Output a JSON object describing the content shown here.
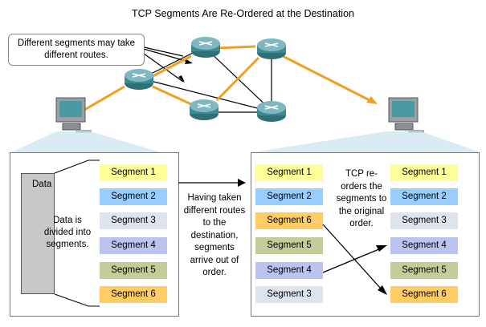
{
  "title": "TCP Segments Are Re-Ordered at the Destination",
  "callout": {
    "line1": "Different segments may take",
    "line2": "different routes."
  },
  "left_panel": {
    "data_label": "Data",
    "description": [
      "Data is",
      "divided into",
      "segments."
    ],
    "segments": [
      {
        "label": "Segment 1",
        "color": "#ffff99"
      },
      {
        "label": "Segment 2",
        "color": "#99ccff"
      },
      {
        "label": "Segment 3",
        "color": "#dde4ee"
      },
      {
        "label": "Segment 4",
        "color": "#bbc4ee"
      },
      {
        "label": "Segment 5",
        "color": "#c6cc99"
      },
      {
        "label": "Segment 6",
        "color": "#ffcc66"
      }
    ]
  },
  "middle_text": [
    "Having taken",
    "different routes",
    "to the",
    "destination,",
    "segments",
    "arrive out of",
    "order."
  ],
  "right_panel": {
    "received": [
      {
        "label": "Segment 1",
        "color": "#ffff99"
      },
      {
        "label": "Segment 2",
        "color": "#99ccff"
      },
      {
        "label": "Segment 6",
        "color": "#ffcc66"
      },
      {
        "label": "Segment 5",
        "color": "#c6cc99"
      },
      {
        "label": "Segment 4",
        "color": "#bbc4ee"
      },
      {
        "label": "Segment 3",
        "color": "#dde4ee"
      }
    ],
    "tcp_text": [
      "TCP re-",
      "orders the",
      "segments to",
      "the original",
      "order."
    ],
    "ordered": [
      {
        "label": "Segment 1",
        "color": "#ffff99"
      },
      {
        "label": "Segment 2",
        "color": "#99ccff"
      },
      {
        "label": "Segment 3",
        "color": "#dde4ee"
      },
      {
        "label": "Segment 4",
        "color": "#bbc4ee"
      },
      {
        "label": "Segment 5",
        "color": "#c6cc99"
      },
      {
        "label": "Segment 6",
        "color": "#ffcc66"
      }
    ]
  },
  "colors": {
    "route": "#f0a020",
    "router": "#3d8a92",
    "link": "#000000"
  }
}
